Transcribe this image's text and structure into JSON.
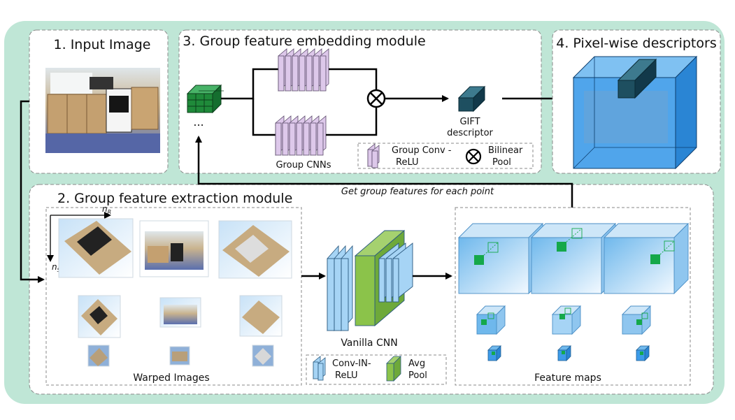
{
  "panels": {
    "input": {
      "title": "1. Input Image"
    },
    "embedding": {
      "title": "3. Group feature embedding module",
      "group_cnns_label": "Group CNNs",
      "gift_line1": "GIFT",
      "gift_line2": "descriptor",
      "ellipsis": "...",
      "legend": {
        "conv_line1": "Group Conv -",
        "conv_line2": "ReLU",
        "pool_line1": "Bilinear",
        "pool_line2": "Pool"
      }
    },
    "descriptors": {
      "title": "4. Pixel-wise descriptors"
    },
    "extraction": {
      "title": "2. Group feature extraction module",
      "get_features_caption": "Get group features for each point",
      "axis_r": "n",
      "axis_r_sub": "R",
      "axis_s": "n",
      "axis_s_sub": "S",
      "warped_label": "Warped Images",
      "vanilla_label": "Vanilla CNN",
      "feature_maps_label": "Feature maps",
      "legend": {
        "conv_line1": "Conv-IN-",
        "conv_line2": "ReLU",
        "pool_line1": "Avg",
        "pool_line2": "Pool"
      }
    }
  },
  "colors": {
    "background_mint": "#bfe6d6",
    "green_block": "#1f8a3a",
    "lavender": "#ddc8ea",
    "light_blue": "#a6d4f5",
    "avg_pool_green": "#8bc34a",
    "teal_descriptor": "#1e4f60",
    "cube_blue": "#3d9be9",
    "fm_green": "#15a84a"
  }
}
